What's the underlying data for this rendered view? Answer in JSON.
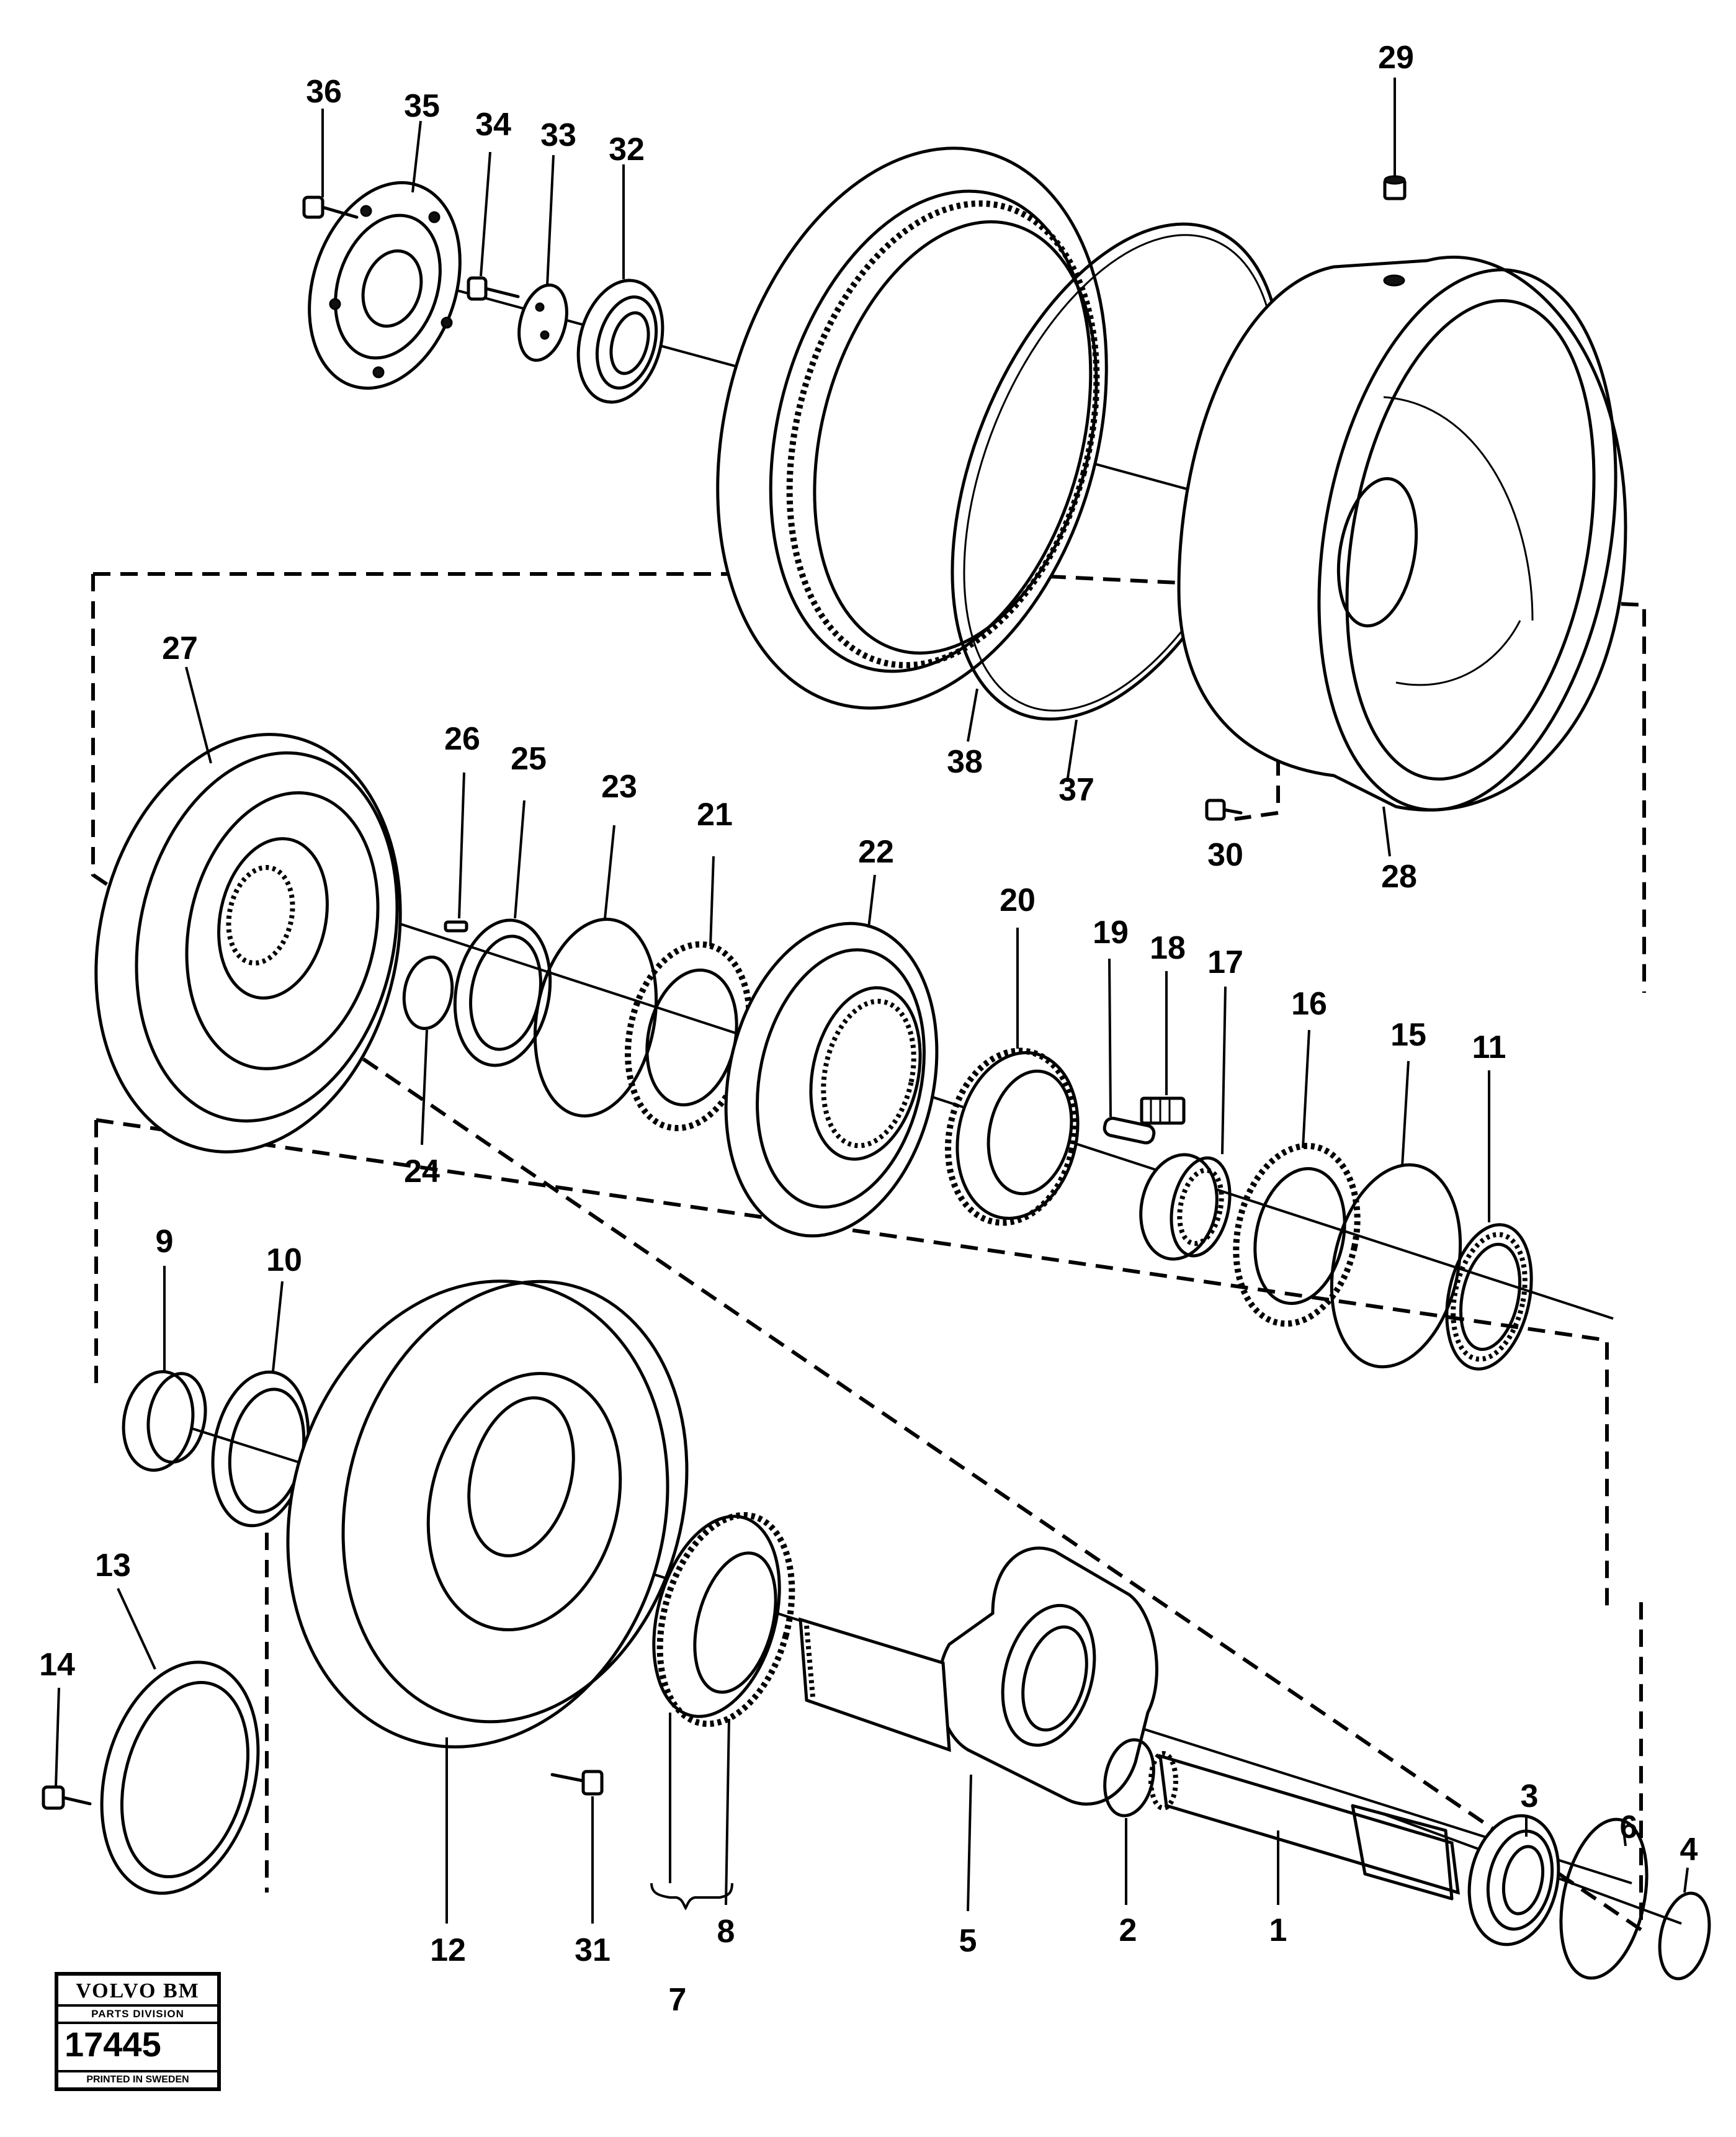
{
  "diagram": {
    "callouts": [
      "1",
      "2",
      "3",
      "4",
      "5",
      "6",
      "7",
      "8",
      "9",
      "10",
      "11",
      "12",
      "13",
      "14",
      "15",
      "16",
      "17",
      "18",
      "19",
      "20",
      "21",
      "22",
      "23",
      "24",
      "25",
      "26",
      "27",
      "28",
      "29",
      "30",
      "31",
      "32",
      "33",
      "34",
      "35",
      "36",
      "37",
      "38"
    ]
  },
  "logo": {
    "brand": "VOLVO BM",
    "division": "PARTS DIVISION",
    "doc_number": "17445",
    "printed": "PRINTED IN SWEDEN"
  }
}
